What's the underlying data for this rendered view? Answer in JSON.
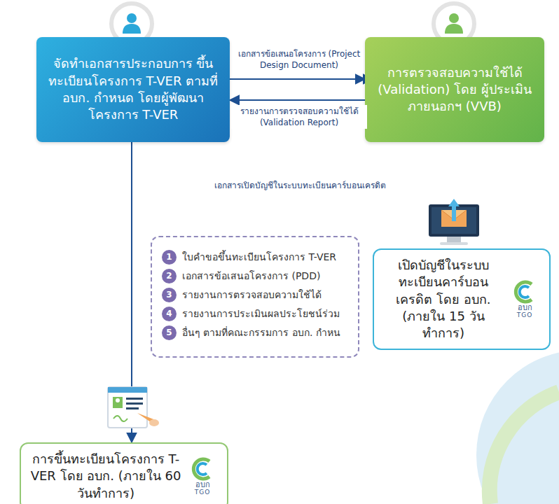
{
  "diagram": {
    "nodes": [
      {
        "text": [
          "จัดทำเอกสารประกอบการ ขึ้นทะเบียนโครงการ T-VER ตามที่ อบก. กำหนด โดยผู้พัฒนาโครงการ T-VER"
        ]
      },
      {
        "text": [
          "การตรวจสอบความใช้ได้ (Validation) โดย ผู้ประเมินภายนอกฯ (VVB)"
        ]
      },
      {
        "text": [
          "1",
          "ใบคำขอขึ้นทะเบียนโครงการ T-VER",
          "2",
          "เอกสารข้อเสนอโครงการ (PDD)",
          "3",
          "รายงานการตรวจสอบความใช้ได้",
          "4",
          "รายงานการประเมินผลประโยชน์ร่วม",
          "5",
          "อื่นๆ ตามที่คณะกรรมการ อบก. กำหน"
        ]
      },
      {
        "text": [
          "เปิดบัญชีในระบบ ทะเบียนคาร์บอนเครดิต โดย อบก. (ภายใน 15 วันทำการ)",
          "อบก",
          "TGO"
        ]
      },
      {
        "text": [
          "การขึ้นทะเบียนโครงการ T-VER โดย อบก. (ภายใน 60 วันทำการ)",
          "อบก",
          "TGO"
        ]
      }
    ],
    "edges": [
      {
        "from": 0,
        "to": 1,
        "arrow": "to",
        "label": "เอกสารข้อเสนอโครงการ (Project Design Document)"
      },
      {
        "from": 1,
        "to": 0,
        "arrow": "to",
        "label": "รายงานการตรวจสอบความใช้ได้ (Validation Report)"
      },
      {
        "from": 0,
        "to": 3,
        "arrow": "to",
        "label": "เอกสารเปิดบัญชีในระบบทะเบียนคาร์บอนเครดิต"
      },
      {
        "from": 0,
        "to": 4,
        "arrow": "to"
      }
    ]
  }
}
